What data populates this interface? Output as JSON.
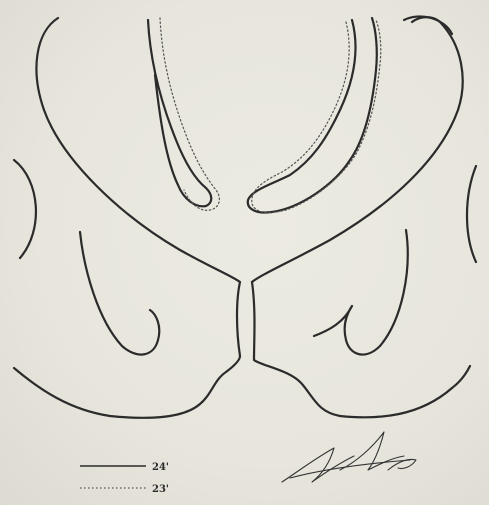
{
  "legend": {
    "items": [
      {
        "style": "solid",
        "label": "24'"
      },
      {
        "style": "dotted",
        "label": "23'"
      }
    ]
  },
  "colors": {
    "paper": "#e7e5dc",
    "ink": "#2b2b2b"
  }
}
